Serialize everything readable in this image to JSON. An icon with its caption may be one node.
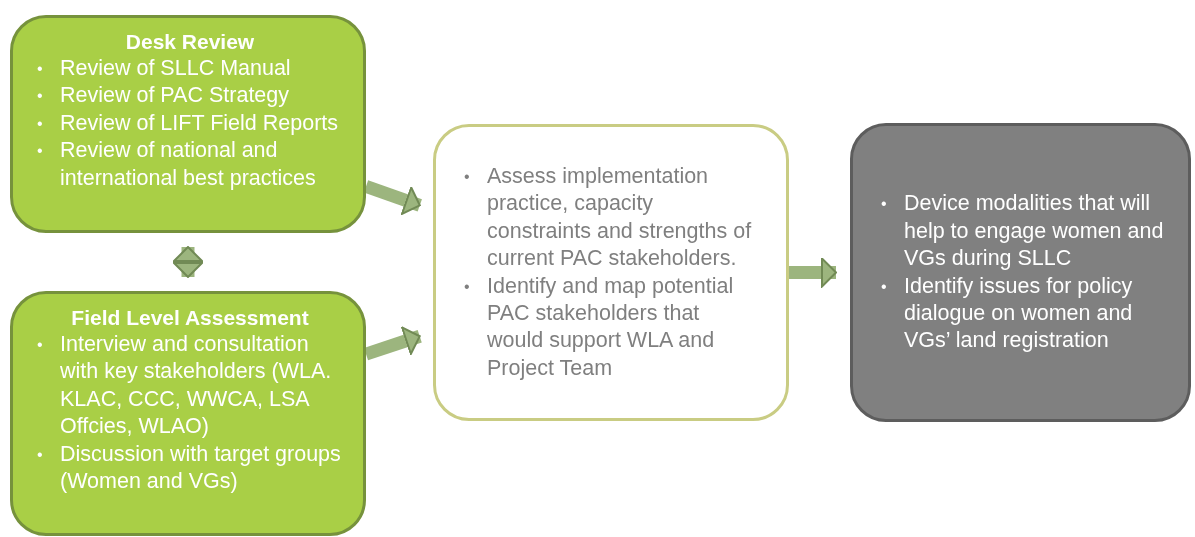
{
  "diagram": {
    "nodes": [
      {
        "text": [
          "Desk Review",
          "• Review of SLLC Manual",
          "• Review of PAC Strategy",
          "• Review of LIFT Field Reports",
          "• Review of national and international best practices"
        ]
      },
      {
        "text": [
          "Field Level Assessment",
          "• Interview and consultation with key stakeholders (WLA. KLAC, CCC, WWCA, LSA Offcies, WLAO)",
          "• Discussion with target groups (Women and VGs)"
        ]
      },
      {
        "text": [
          "• Assess implementation practice, capacity constraints and strengths of current PAC stakeholders.",
          "• Identify and map potential PAC stakeholders that would support WLA and Project Team"
        ]
      },
      {
        "text": [
          "• Device modalities that will help to engage women and VGs during SLLC",
          "• Identify issues for policy dialogue on women and VGs’ land registration"
        ]
      }
    ],
    "edges": [
      {
        "from": 0,
        "to": 1,
        "arrow": "both"
      },
      {
        "from": 0,
        "to": 2,
        "arrow": "to"
      },
      {
        "from": 1,
        "to": 2,
        "arrow": "to"
      },
      {
        "from": 2,
        "to": 3,
        "arrow": "to"
      }
    ]
  }
}
